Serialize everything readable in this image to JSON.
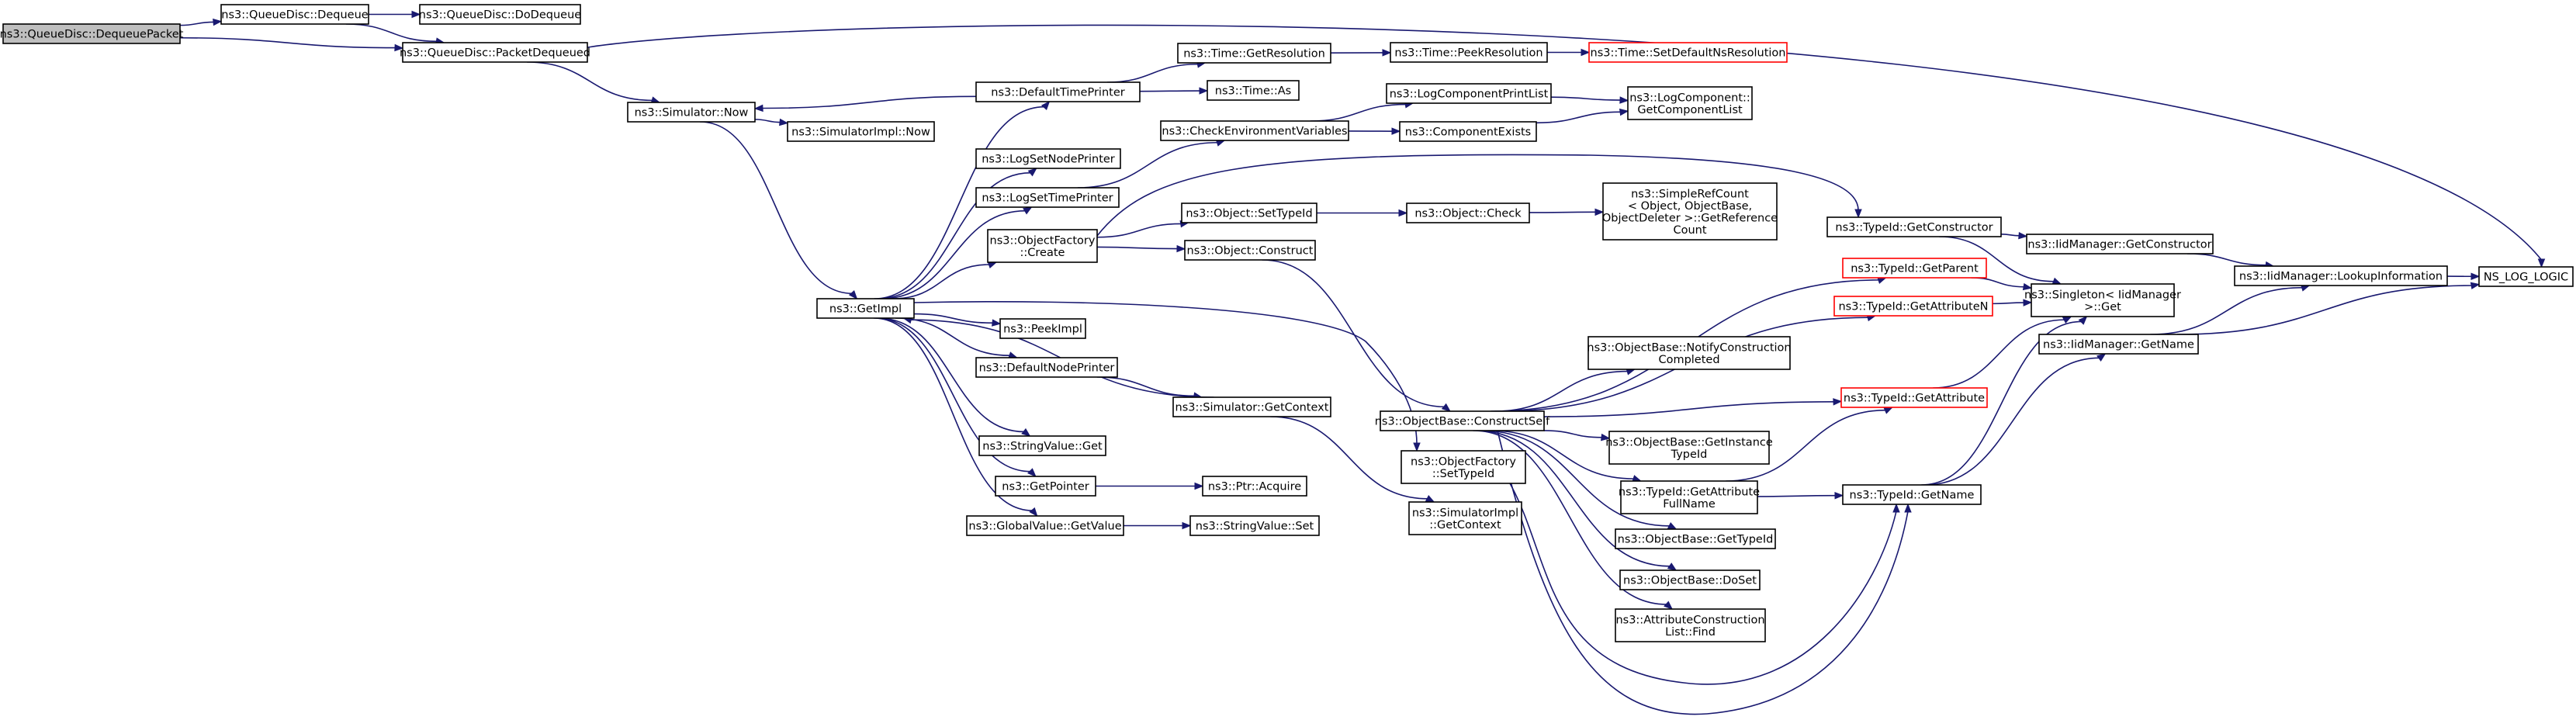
{
  "nodes": {
    "dequeue_packet": [
      "ns3::QueueDisc::DequeuePacket"
    ],
    "dequeue": [
      "ns3::QueueDisc::Dequeue"
    ],
    "do_dequeue": [
      "ns3::QueueDisc::DoDequeue"
    ],
    "packet_dequeued": [
      "ns3::QueueDisc::PacketDequeued"
    ],
    "simulator_now": [
      "ns3::Simulator::Now"
    ],
    "simulatorimpl_now": [
      "ns3::SimulatorImpl::Now"
    ],
    "get_impl": [
      "ns3::GetImpl"
    ],
    "default_time_printer": [
      "ns3::DefaultTimePrinter"
    ],
    "log_set_node_printer": [
      "ns3::LogSetNodePrinter"
    ],
    "log_set_time_printer": [
      "ns3::LogSetTimePrinter"
    ],
    "object_factory_create": [
      "ns3::ObjectFactory",
      "::Create"
    ],
    "peek_impl": [
      "ns3::PeekImpl"
    ],
    "default_node_printer": [
      "ns3::DefaultNodePrinter"
    ],
    "string_value_get": [
      "ns3::StringValue::Get"
    ],
    "get_pointer": [
      "ns3::GetPointer"
    ],
    "global_value_get_value": [
      "ns3::GlobalValue::GetValue"
    ],
    "time_get_resolution": [
      "ns3::Time::GetResolution"
    ],
    "time_as": [
      "ns3::Time::As"
    ],
    "check_env_vars": [
      "ns3::CheckEnvironmentVariables"
    ],
    "object_set_type_id": [
      "ns3::Object::SetTypeId"
    ],
    "object_construct": [
      "ns3::Object::Construct"
    ],
    "simulator_get_context": [
      "ns3::Simulator::GetContext"
    ],
    "ptr_acquire": [
      "ns3::Ptr::Acquire"
    ],
    "string_value_set": [
      "ns3::StringValue::Set"
    ],
    "time_peek_resolution": [
      "ns3::Time::PeekResolution"
    ],
    "time_set_default_ns_resolution": [
      "ns3::Time::SetDefaultNsResolution"
    ],
    "log_component_print_list": [
      "ns3::LogComponentPrintList"
    ],
    "component_exists": [
      "ns3::ComponentExists"
    ],
    "object_check": [
      "ns3::Object::Check"
    ],
    "object_base_construct_self": [
      "ns3::ObjectBase::ConstructSelf"
    ],
    "object_factory_set_type_id": [
      "ns3::ObjectFactory",
      "::SetTypeId"
    ],
    "simulatorimpl_get_context": [
      "ns3::SimulatorImpl",
      "::GetContext"
    ],
    "log_component_get_component_list": [
      "ns3::LogComponent::",
      "GetComponentList"
    ],
    "simple_ref_count_get_reference_count": [
      "ns3::SimpleRefCount",
      "< Object, ObjectBase,",
      "ObjectDeleter >::GetReference",
      "Count"
    ],
    "object_base_notify_construction_completed": [
      "ns3::ObjectBase::NotifyConstruction",
      "Completed"
    ],
    "object_base_get_instance_type_id": [
      "ns3::ObjectBase::GetInstance",
      "TypeId"
    ],
    "typeid_get_attribute_full_name": [
      "ns3::TypeId::GetAttribute",
      "FullName"
    ],
    "object_base_get_type_id": [
      "ns3::ObjectBase::GetTypeId"
    ],
    "object_base_do_set": [
      "ns3::ObjectBase::DoSet"
    ],
    "attribute_construction_list_find": [
      "ns3::AttributeConstruction",
      "List::Find"
    ],
    "typeid_get_constructor": [
      "ns3::TypeId::GetConstructor"
    ],
    "typeid_get_parent": [
      "ns3::TypeId::GetParent"
    ],
    "typeid_get_attribute_n": [
      "ns3::TypeId::GetAttributeN"
    ],
    "typeid_get_attribute": [
      "ns3::TypeId::GetAttribute"
    ],
    "typeid_get_name": [
      "ns3::TypeId::GetName"
    ],
    "iidmanager_get_constructor": [
      "ns3::IidManager::GetConstructor"
    ],
    "singleton_iidmanager_get": [
      "ns3::Singleton< IidManager",
      " >::Get"
    ],
    "iidmanager_get_name": [
      "ns3::IidManager::GetName"
    ],
    "iidmanager_lookup_information": [
      "ns3::IidManager::LookupInformation"
    ],
    "ns_log_logic": [
      "NS_LOG_LOGIC"
    ]
  },
  "colors": {
    "edge": "#191970",
    "root_fill": "#bfbfbf",
    "node_border": "#000000",
    "highlight_border": "#ff0000",
    "background": "#ffffff"
  }
}
